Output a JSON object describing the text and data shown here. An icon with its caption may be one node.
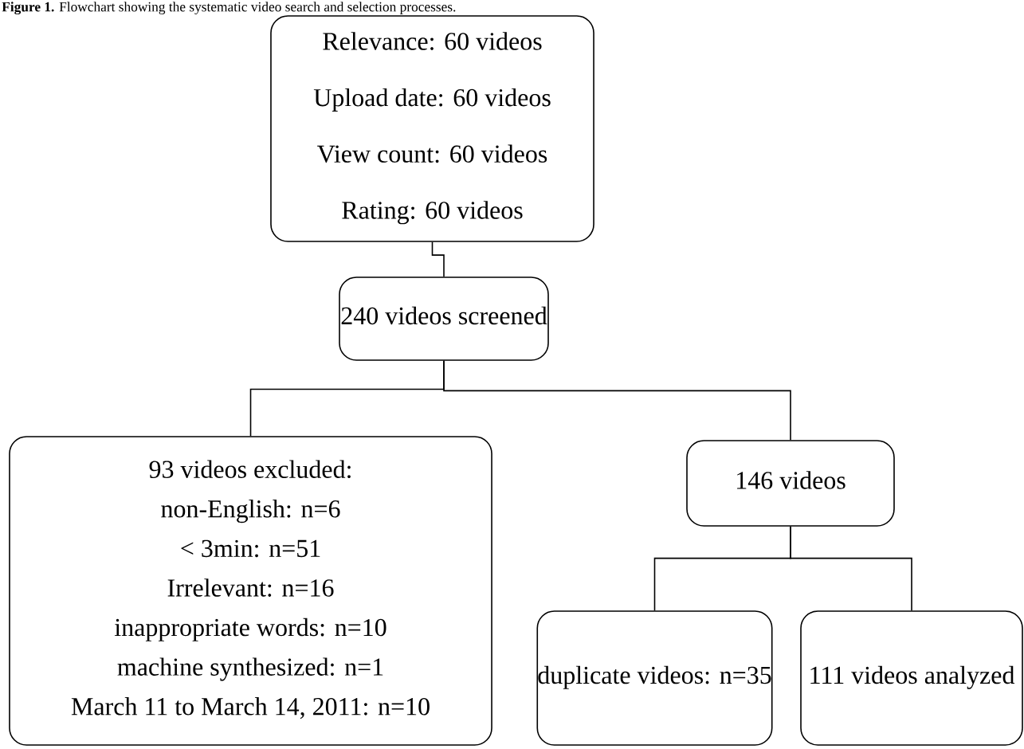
{
  "diagram": {
    "caption": "**Figure 1.** Flowchart showing the systematic video search and selection processes.",
    "nodes": [
      {
        "text": [
          "Relevance: 60 videos",
          "Upload date: 60 videos",
          "View count: 60 videos",
          "Rating: 60 videos"
        ]
      },
      {
        "text": [
          "240 videos screened"
        ]
      },
      {
        "text": [
          "93 videos excluded:",
          "non-English: n=6",
          "< 3min: n=51",
          "Irrelevant: n=16",
          "inappropriate words: n=10",
          "machine synthesized: n=1",
          "March 11 to March 14, 2011: n=10"
        ]
      },
      {
        "text": [
          "146 videos"
        ]
      },
      {
        "text": [
          "duplicate videos: n=35"
        ]
      },
      {
        "text": [
          "111 videos analyzed"
        ]
      }
    ],
    "edges": [
      {
        "from": 0,
        "to": 1,
        "arrow": "none"
      },
      {
        "from": 1,
        "to": 2,
        "arrow": "none"
      },
      {
        "from": 1,
        "to": 3,
        "arrow": "none"
      },
      {
        "from": 3,
        "to": 4,
        "arrow": "none"
      },
      {
        "from": 3,
        "to": 5,
        "arrow": "none"
      }
    ]
  }
}
